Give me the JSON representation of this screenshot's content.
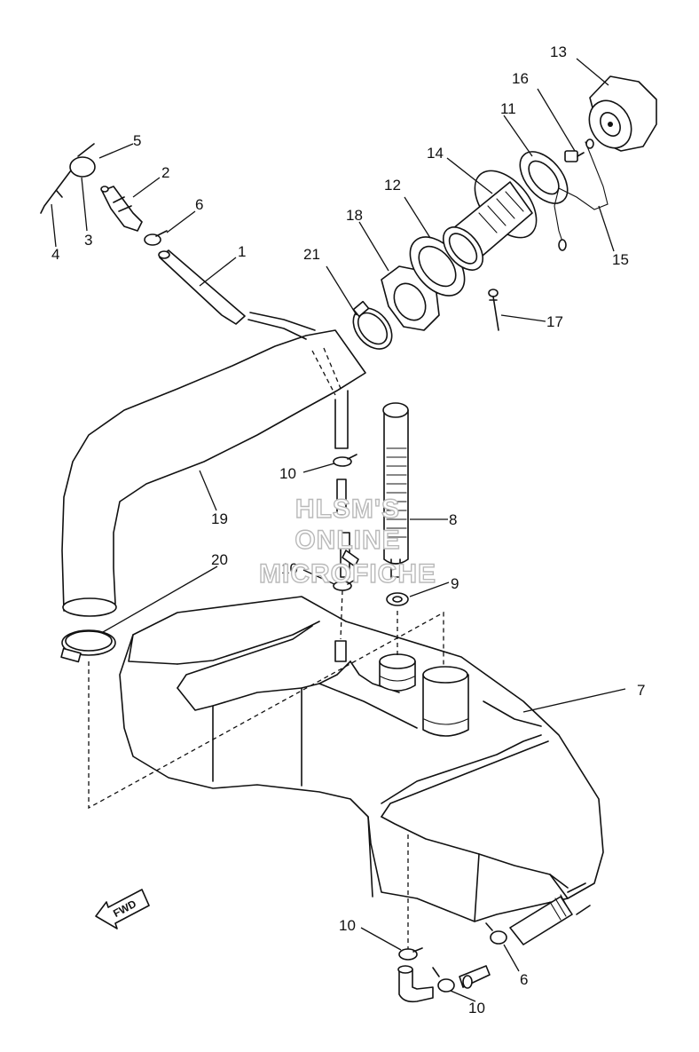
{
  "callouts": [
    "1",
    "2",
    "3",
    "4",
    "5",
    "6",
    "7",
    "8",
    "9",
    "10",
    "11",
    "12",
    "13",
    "14",
    "15",
    "16",
    "17",
    "18",
    "19",
    "20",
    "21"
  ],
  "watermark": {
    "line1": "HLSM'S",
    "line2": "ONLINE",
    "line3": "MICROFICHE"
  },
  "fwd_label": "FWD"
}
